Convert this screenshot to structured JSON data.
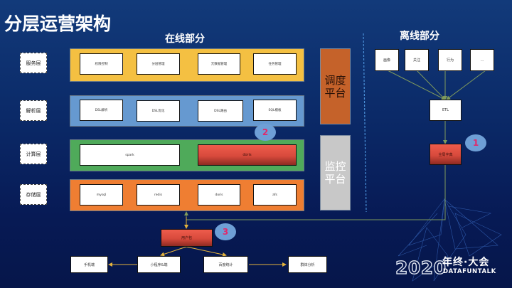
{
  "title": "分层运营架构",
  "online": {
    "heading": "在线部分",
    "layers": [
      {
        "label": "服务层",
        "color": "#f4c042",
        "items": [
          "权限控制",
          "分层管理",
          "元数据管理",
          "任务管理"
        ]
      },
      {
        "label": "解析层",
        "color": "#6699d0",
        "items": [
          "DSL解析",
          "DSL优化",
          "DSL路由",
          "SQL模板"
        ]
      },
      {
        "label": "计算层",
        "color": "#4faa5a",
        "items": [
          "spark",
          "doris"
        ]
      },
      {
        "label": "存储层",
        "color": "#ef7e32",
        "items": [
          "mysql",
          "redis",
          "doris",
          "afs"
        ]
      }
    ],
    "platforms": [
      {
        "label_line1": "调度",
        "label_line2": "平台",
        "color": "#c5622a"
      },
      {
        "label_line1": "监控",
        "label_line2": "平台",
        "color": "#c8c8c8"
      }
    ]
  },
  "offline": {
    "heading": "离线部分",
    "sources": [
      "画像",
      "关注",
      "行为",
      "..."
    ],
    "etl": "ETL",
    "dictionary": "全局字典"
  },
  "bottom": {
    "user_package": "用户包",
    "targets": [
      "手机端",
      "小程序&端",
      "百度统计",
      "群体分析"
    ]
  },
  "badges": [
    "1",
    "2",
    "3"
  ],
  "branding": {
    "year": "2020",
    "cn": "年终·大会",
    "en": "DATAFUNTALK"
  },
  "colors": {
    "badge_fill": "#6e9fd6",
    "badge_text": "#e02a6c",
    "highlight_red": "#e05444",
    "arrow_green": "#7f9a5c",
    "arrow_yellow": "#e3b23c"
  }
}
